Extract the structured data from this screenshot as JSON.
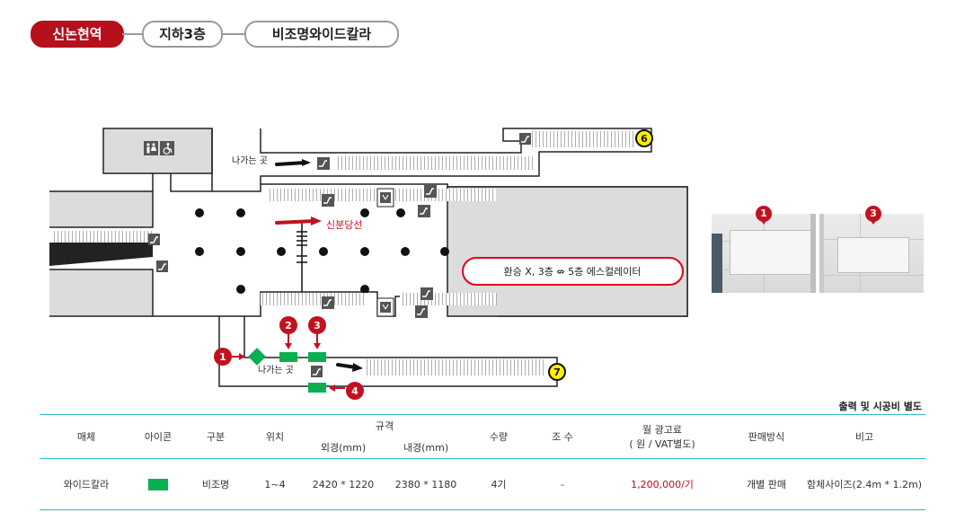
{
  "breadcrumb": {
    "station": "신논현역",
    "floor": "지하3층",
    "product": "비조명와이드칼라"
  },
  "map": {
    "exit_label_top": "나가는 곳",
    "exit_label_bottom": "나가는 곳",
    "direction_label": "신분당선",
    "transfer_note": "환승 X, 3층 ⇎ 5층 에스컬레이터",
    "markers": [
      "1",
      "2",
      "3",
      "4"
    ],
    "exits": [
      "6",
      "7"
    ],
    "colors": {
      "accent_red": "#c1121f",
      "ad_green": "#0aaf52",
      "exit_yellow": "#ffee00"
    },
    "icons": [
      "restroom-icon",
      "wheelchair-icon",
      "escalator-icon",
      "elevator-icon"
    ]
  },
  "photos": [
    {
      "marker": "1"
    },
    {
      "marker": "3"
    }
  ],
  "note": "출력 및 시공비 별도",
  "table": {
    "headers": {
      "media": "매체",
      "icon": "아이콘",
      "category": "구분",
      "location": "위치",
      "spec": "규격",
      "outer": "외경(mm)",
      "inner": "내경(mm)",
      "qty": "수량",
      "sides": "조 수",
      "fee_line1": "월 광고료",
      "fee_line2": "( 원 / VAT별도)",
      "sales": "판매방식",
      "remark": "비고"
    },
    "row": {
      "media": "와이드칼라",
      "icon_color": "#0aaf52",
      "category": "비조명",
      "location": "1~4",
      "outer": "2420 * 1220",
      "inner": "2380 * 1180",
      "qty": "4기",
      "sides": "-",
      "fee": "1,200,000/기",
      "sales": "개별 판매",
      "remark": "함체사이즈(2.4m * 1.2m)"
    }
  }
}
